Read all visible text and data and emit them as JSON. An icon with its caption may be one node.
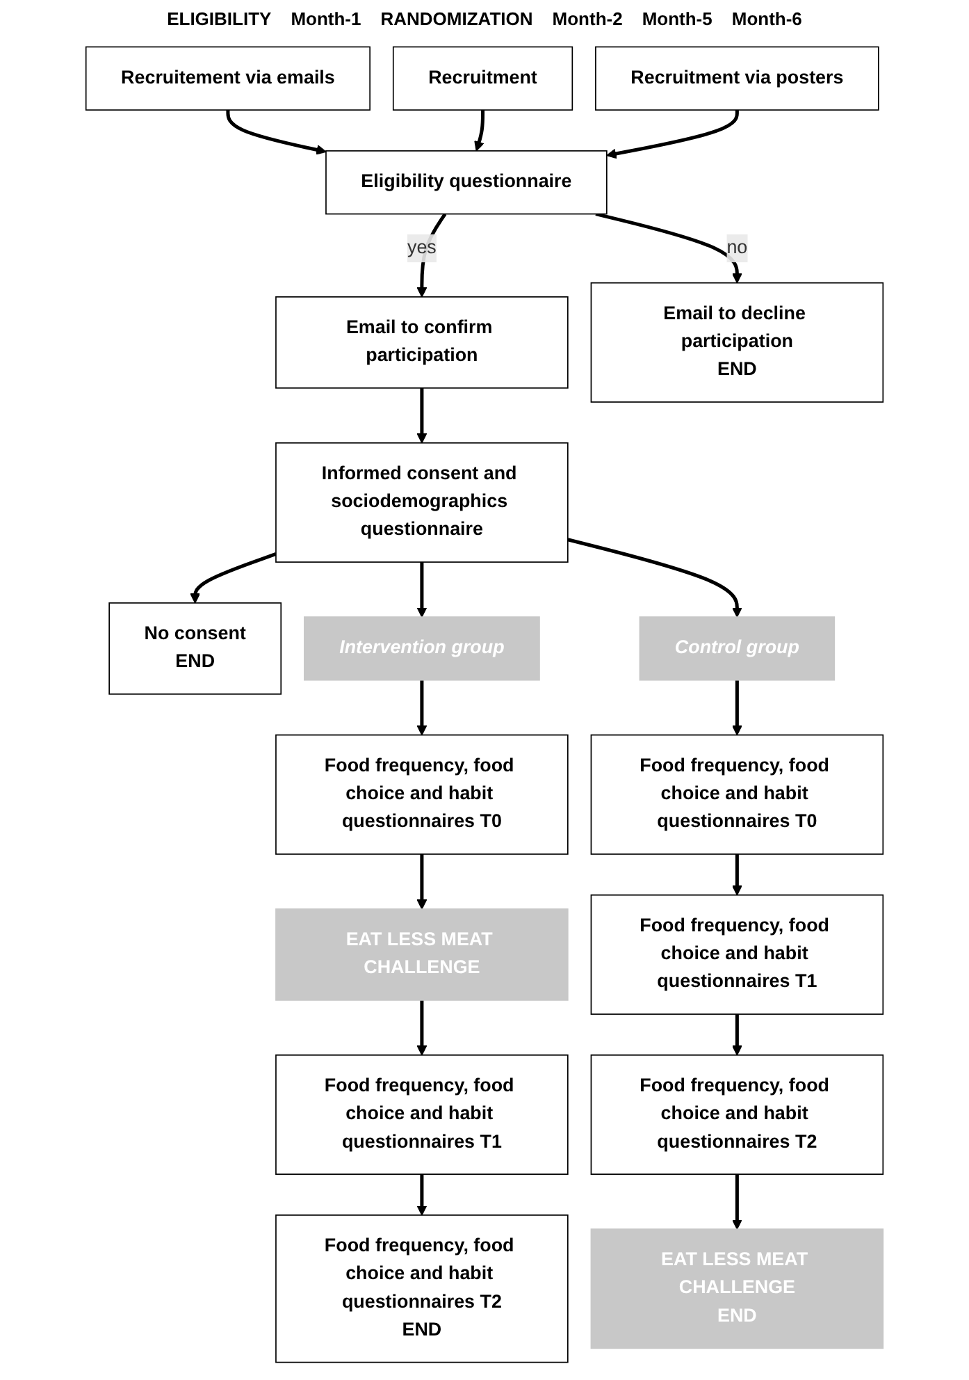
{
  "diagram": {
    "nodes": [
      {
        "text": [
          "Recruitement via emails"
        ]
      },
      {
        "text": [
          "Recruitment"
        ]
      },
      {
        "text": [
          "Recruitment via posters"
        ]
      },
      {
        "text": [
          "Eligibility questionnaire"
        ]
      },
      {
        "text": [
          "Email to confirm participation"
        ]
      },
      {
        "text": [
          "Email to decline participation",
          "END"
        ]
      },
      {
        "text": [
          "Informed consent and sociodemographics questionnaire"
        ]
      },
      {
        "text": [
          "No consent",
          "END"
        ]
      },
      {
        "text": [
          "Intervention group"
        ]
      },
      {
        "text": [
          "Control group"
        ]
      },
      {
        "text": [
          "Food frequency, food choice and habit questionnaires T0"
        ]
      },
      {
        "text": [
          "Food frequency, food choice and habit questionnaires T0"
        ]
      },
      {
        "text": [
          "EAT LESS MEAT CHALLENGE"
        ]
      },
      {
        "text": [
          "Food frequency, food choice and habit questionnaires T1"
        ]
      },
      {
        "text": [
          "Food frequency, food choice and habit questionnaires T1"
        ]
      },
      {
        "text": [
          "Food frequency, food choice and habit questionnaires T2",
          "END"
        ]
      },
      {
        "text": [
          "Food frequency, food choice and habit questionnaires T2"
        ]
      },
      {
        "text": [
          "EAT LESS MEAT CHALLENGE",
          "END"
        ]
      }
    ],
    "edges": [
      {
        "from": 0,
        "to": 3,
        "arrow": "to"
      },
      {
        "from": 1,
        "to": 3,
        "arrow": "to"
      },
      {
        "from": 2,
        "to": 3,
        "arrow": "to"
      },
      {
        "from": 3,
        "to": 4,
        "arrow": "to",
        "label": "yes"
      },
      {
        "from": 3,
        "to": 5,
        "arrow": "to",
        "label": "no"
      },
      {
        "from": 4,
        "to": 6,
        "arrow": "to"
      },
      {
        "from": 6,
        "to": 7,
        "arrow": "to"
      },
      {
        "from": 6,
        "to": 8,
        "arrow": "to"
      },
      {
        "from": 6,
        "to": 9,
        "arrow": "to"
      },
      {
        "from": 8,
        "to": 10,
        "arrow": "to"
      },
      {
        "from": 9,
        "to": 11,
        "arrow": "to"
      },
      {
        "from": 10,
        "to": 12,
        "arrow": "to"
      },
      {
        "from": 12,
        "to": 13,
        "arrow": "to"
      },
      {
        "from": 11,
        "to": 14,
        "arrow": "to"
      },
      {
        "from": 13,
        "to": 15,
        "arrow": "to"
      },
      {
        "from": 14,
        "to": 16,
        "arrow": "to"
      },
      {
        "from": 16,
        "to": 17,
        "arrow": "to"
      }
    ],
    "labels": [
      "ELIGIBILITY",
      "Month-1",
      "RANDOMIZATION",
      "Month-2",
      "Month-5",
      "Month-6"
    ]
  }
}
